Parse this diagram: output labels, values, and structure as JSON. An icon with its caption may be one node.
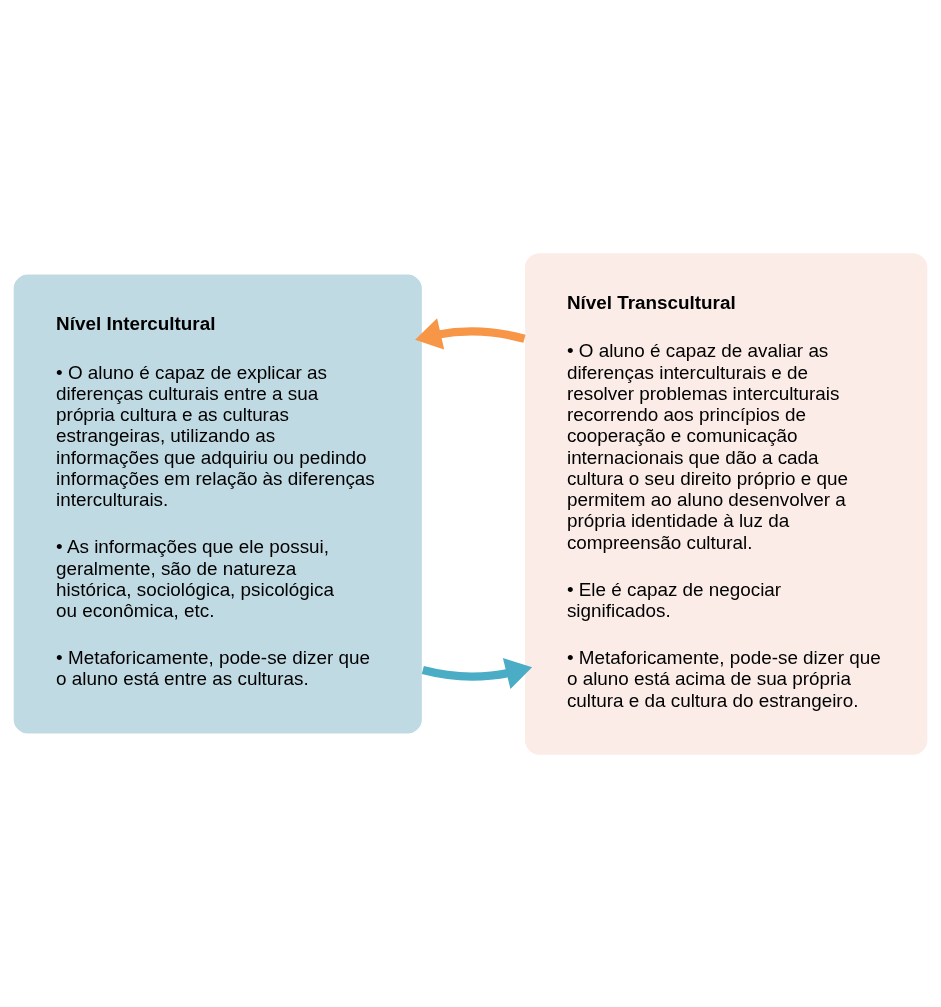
{
  "diagram": {
    "nodes": [
      {
        "text": [
          "Nível Intercultural",
          "• O aluno é capaz de explicar as diferenças culturais entre a sua própria cultura e as culturas estrangeiras, utilizando as informações que adquiriu ou pedindo informações em relação às diferenças interculturais.",
          "• As informações que ele possui, geralmente, são de natureza histórica, sociológica, psicológica ou econômica, etc.",
          "• Metaforicamente, pode-se dizer que o aluno está entre as culturas."
        ]
      },
      {
        "text": [
          "Nível Transcultural",
          "• O aluno é capaz de avaliar as diferenças interculturais e de resolver problemas interculturais recorrendo aos princípios de cooperação e comunicação internacionais que dão a cada cultura o seu direito próprio e que permitem ao aluno desenvolver a própria identidade à luz da compreensão cultural.",
          "• Ele é capaz de negociar significados.",
          "• Metaforicamente, pode-se dizer que o aluno está acima de sua própria cultura e da cultura do estrangeiro."
        ]
      }
    ],
    "edges": [
      {
        "from": 0,
        "to": 1,
        "arrow": "to",
        "color": "#4bacc6"
      },
      {
        "from": 1,
        "to": 0,
        "arrow": "to",
        "color": "#f79646"
      }
    ]
  }
}
